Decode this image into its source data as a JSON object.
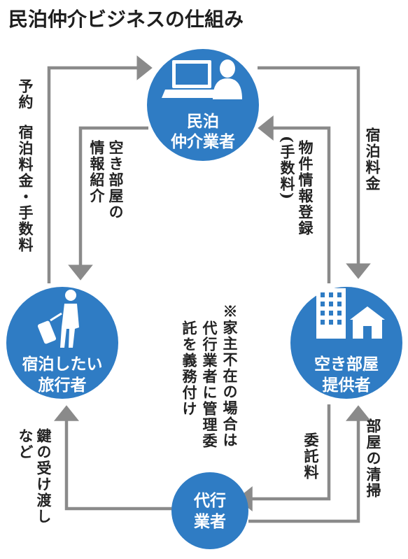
{
  "title": "民泊仲介ビジネスの仕組み",
  "colors": {
    "circle_fill": "#2f7cc4",
    "arrow": "#8a8a8a",
    "text": "#222222"
  },
  "nodes": {
    "broker": {
      "line1": "民泊",
      "line2": "仲介業者",
      "icon": "laptop-person-icon"
    },
    "traveler": {
      "line1": "宿泊したい",
      "line2": "旅行者",
      "icon": "traveler-suitcase-icon"
    },
    "provider": {
      "line1": "空き部屋",
      "line2": "提供者",
      "icon": "building-house-icon"
    },
    "agent": {
      "line1": "代行",
      "line2": "業者"
    }
  },
  "flows": {
    "traveler_to_broker_col1": "予約",
    "traveler_to_broker_col2": "宿泊料金・手数料",
    "broker_to_traveler_col1": "空き部屋の",
    "broker_to_traveler_col2": "情報紹介",
    "broker_to_provider": "宿泊料金",
    "provider_to_broker_col1": "物件情報登録",
    "provider_to_broker_col2": "(手数料)",
    "provider_to_agent": "委託料",
    "agent_to_provider": "部屋の清掃",
    "agent_to_traveler_col1": "鍵の受け渡し",
    "agent_to_traveler_col2": "など"
  },
  "note": {
    "col1": "※家主不在の場合は",
    "col2": "代行業者に管理委",
    "col3": "託を義務付け"
  }
}
